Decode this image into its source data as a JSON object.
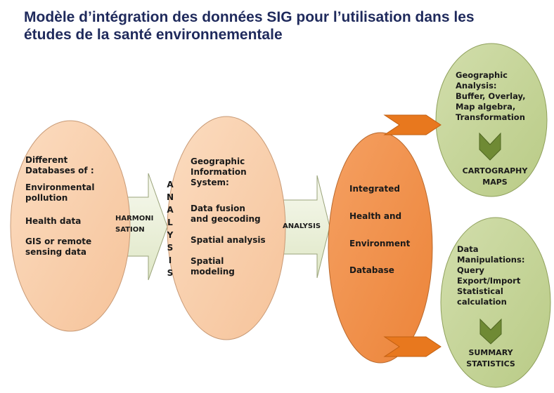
{
  "title": {
    "line1": "Modèle d’intégration des données SIG pour l’utilisation dans les",
    "line2": "études de la santé environnementale"
  },
  "databases": {
    "heading1": "Different",
    "heading2": "Databases of :",
    "item1a": "Environmental",
    "item1b": "pollution",
    "item2": "Health data",
    "item3a": "GIS or remote",
    "item3b": "sensing data"
  },
  "harmonisation": {
    "line1": "HARMONI",
    "line2": "SATION"
  },
  "analysis_vertical": [
    "A",
    "N",
    "A",
    "L",
    "Y",
    "S",
    "I",
    "S"
  ],
  "gis": {
    "heading1": "Geographic",
    "heading2": "Information",
    "heading3": "System:",
    "item1a": "Data fusion",
    "item1b": "and geocoding",
    "item2": "Spatial analysis",
    "item3a": "Spatial",
    "item3b": "modeling"
  },
  "analysis_arrow": "ANALYSIS",
  "integrated": {
    "line1": "Integrated",
    "line2": "Health and",
    "line3": "Environment",
    "line4": "Database"
  },
  "geo_analysis": {
    "line1": "Geographic",
    "line2": "Analysis:",
    "line3": "Buffer, Overlay,",
    "line4": "Map algebra,",
    "line5": "Transformation",
    "result1": "CARTOGRAPHY",
    "result2": "MAPS"
  },
  "data_manip": {
    "line1": "Data",
    "line2": "Manipulations:",
    "line3": "Query",
    "line4": "Export/Import",
    "line5": "Statistical",
    "line6": "calculation",
    "result1": "SUMMARY",
    "result2": "STATISTICS"
  },
  "colors": {
    "peach_ellipse": "#f9cfac",
    "orange_ellipse": "#f0914a",
    "green_ellipse": "#c6d59b",
    "block_arrow": "#eef2de",
    "orange_arrow": "#e8781e",
    "down_arrow": "#6f8a34",
    "title": "#1f2a5c"
  }
}
